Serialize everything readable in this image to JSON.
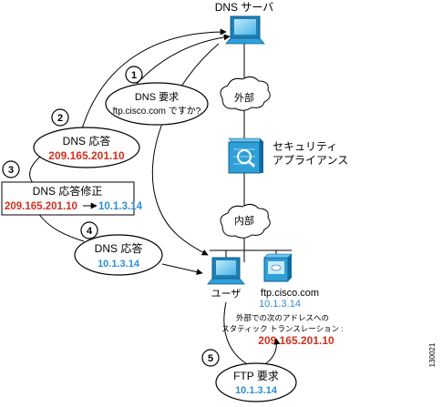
{
  "nodes": {
    "dns_server": "DNS サーバ",
    "outside_cloud": "外部",
    "security_appliance_line1": "セキュリティ",
    "security_appliance_line2": "アプライアンス",
    "inside_cloud": "内部",
    "user": "ユーザ",
    "ftp_host": "ftp.cisco.com",
    "ftp_inside_ip": "10.1.3.14"
  },
  "steps": [
    {
      "number": "1",
      "line1": "DNS 要求",
      "line2": "ftp.cisco.com ですか?"
    },
    {
      "number": "2",
      "line1": "DNS 応答",
      "line2": "209.165.201.10"
    },
    {
      "number": "3",
      "line1": "DNS 応答修正",
      "from_ip": "209.165.201.10",
      "to_ip": "10.1.3.14"
    },
    {
      "number": "4",
      "line1": "DNS 応答",
      "line2": "10.1.3.14"
    },
    {
      "number": "5",
      "line1": "FTP 要求",
      "line2": "10.1.3.14"
    }
  ],
  "translation_note": {
    "line1": "外部での次のアドレスへの",
    "line2": "スタティック トランスレーション :",
    "ip": "209.165.201.10"
  },
  "figure_id": "130021",
  "colors": {
    "device_blue": "#2f9fd8",
    "device_dark": "#0b6a9e",
    "ip_red": "#d3301f",
    "ip_blue": "#2d8ed4"
  }
}
